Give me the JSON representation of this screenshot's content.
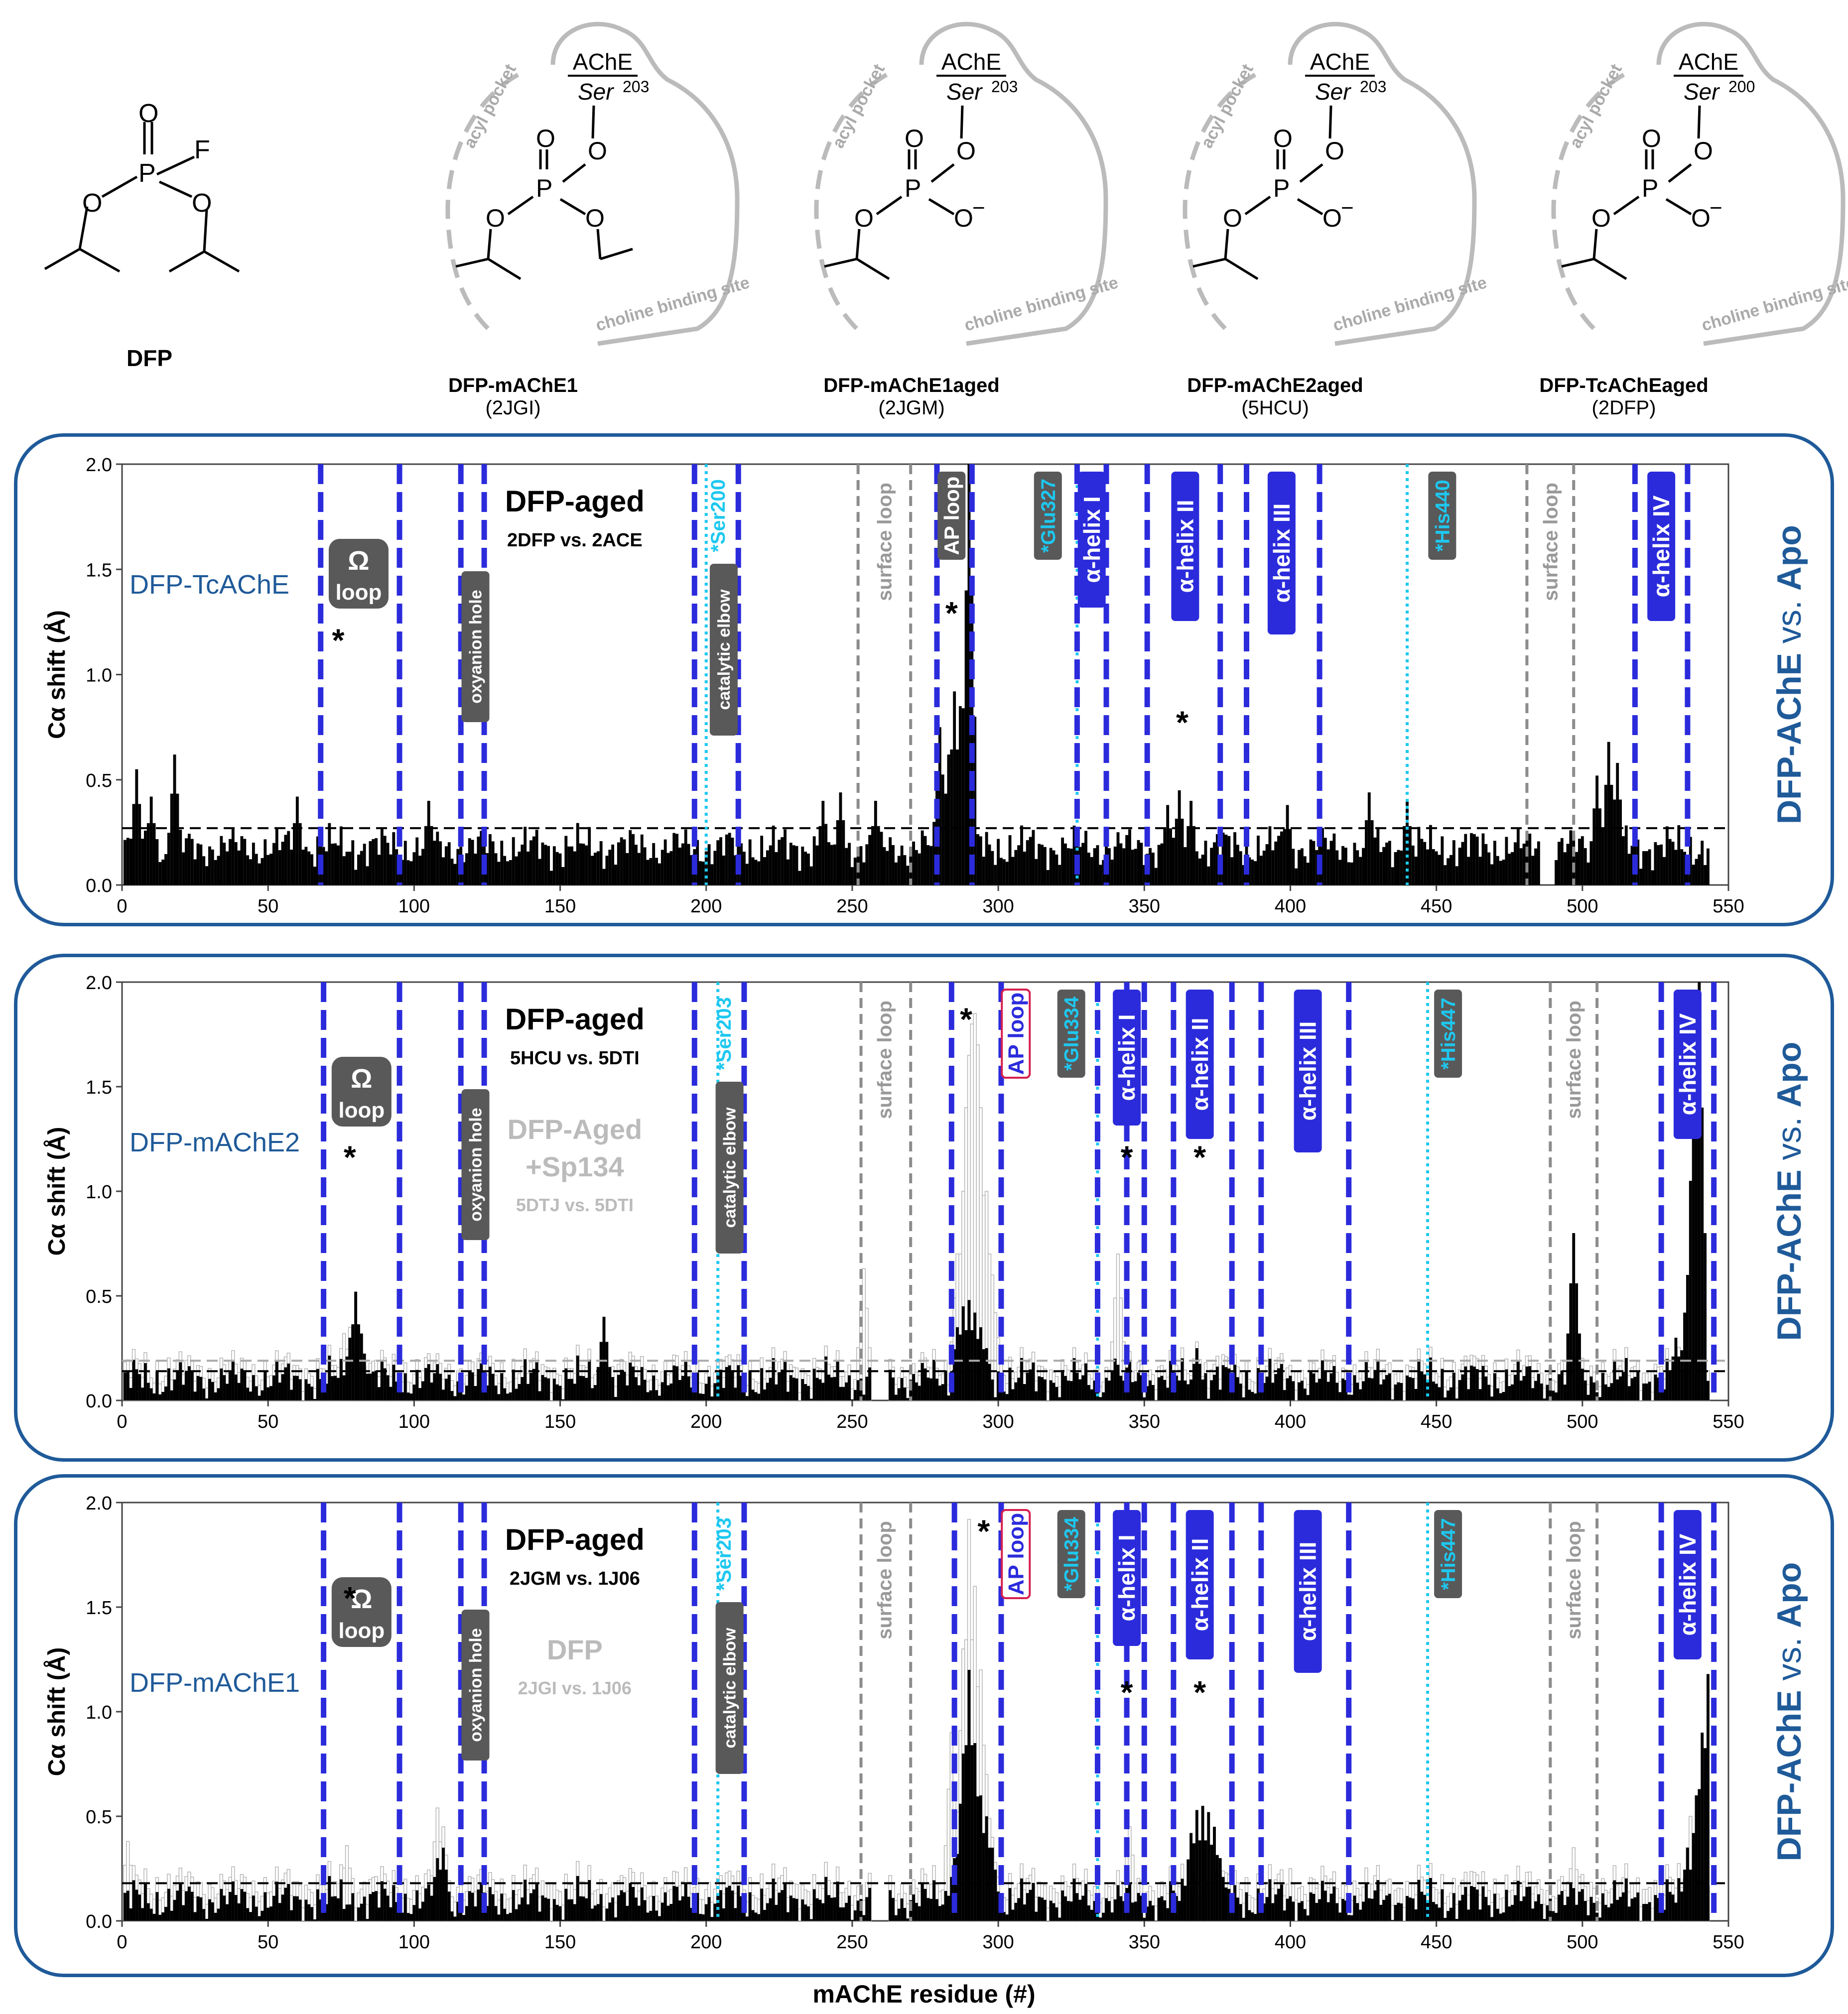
{
  "structures": [
    {
      "id": "dfp",
      "name_bold": "DFP",
      "name_rest": "",
      "pdb": ""
    },
    {
      "id": "s1",
      "name_bold": "DFP-",
      "name_rest": "mAChE1",
      "pdb": "(2JGI)",
      "ser": "Ser",
      "ser_num": "203",
      "ache": "AChE"
    },
    {
      "id": "s2",
      "name_bold": "DFP-",
      "name_rest": "mAChE1aged",
      "pdb": "(2JGM)",
      "ser": "Ser",
      "ser_num": "203",
      "ache": "AChE"
    },
    {
      "id": "s3",
      "name_bold": "DFP-",
      "name_rest": "mAChE2aged",
      "pdb": "(5HCU)",
      "ser": "Ser",
      "ser_num": "203",
      "ache": "AChE"
    },
    {
      "id": "s4",
      "name_bold": "DFP-",
      "name_rest": "TcAChEaged",
      "pdb": "(2DFP)",
      "ser": "Ser",
      "ser_num": "200",
      "ache": "AChE"
    }
  ],
  "pocket_labels": {
    "acyl": "acyl pocket",
    "choline": "choline binding site"
  },
  "atoms": {
    "O": "O",
    "P": "P",
    "F": "F",
    "minus": "−"
  },
  "xaxis_title": "mAChE residue (#)",
  "colors": {
    "panel_border": "#1f5a99",
    "blue_dash": "#2b2bdc",
    "cyan_dot": "#1ec8f0",
    "gray_dash": "#8c8c8c",
    "badge_dark": "#595959",
    "badge_blue": "#2b2bdc",
    "ap_red": "#d6204f",
    "bar_open": "#b4b4b4"
  },
  "chart_data": [
    {
      "type": "bar",
      "panel_label": "DFP-TcAChE",
      "side_label_main": "DFP-AChE",
      "side_label_vs": "vs.",
      "side_label_end": "Apo",
      "heading": "DFP-aged",
      "sub": "2DFP  vs.  2ACE",
      "ylabel": "Cα shift (Å)",
      "ylim": [
        0,
        2.0
      ],
      "xlim": [
        0,
        550
      ],
      "yticks": [
        "0.0",
        "0.5",
        "1.0",
        "1.5",
        "2.0"
      ],
      "xticks": [
        "0",
        "50",
        "100",
        "150",
        "200",
        "250",
        "300",
        "350",
        "400",
        "450",
        "500",
        "550"
      ],
      "mean_line": 0.27,
      "blue_lines": [
        68,
        95,
        116,
        124,
        196,
        211,
        279,
        291,
        327,
        337,
        351,
        376,
        385,
        410,
        518,
        536
      ],
      "cyan_lines": [
        200,
        327,
        440
      ],
      "gray_lines": [
        252,
        270,
        481,
        497
      ],
      "regions": [
        {
          "label": "Ω loop",
          "kind": "omega",
          "x": 81
        },
        {
          "label": "oxyanion hole",
          "kind": "dark-rot",
          "x": 121
        },
        {
          "label": "catalytic elbow",
          "kind": "dark-rot",
          "x": 206
        },
        {
          "label": "*Ser200",
          "kind": "cyan-rot",
          "x": 204
        },
        {
          "label": "surface loop",
          "kind": "gray-rot",
          "x": 261
        },
        {
          "label": "AP loop",
          "kind": "dark-rot",
          "x": 284
        },
        {
          "label": "*Glu327",
          "kind": "cyan-dark-rot",
          "x": 317
        },
        {
          "label": "α-helix I",
          "kind": "blue-rot",
          "x": 332
        },
        {
          "label": "α-helix II",
          "kind": "blue-rot",
          "x": 364
        },
        {
          "label": "α-helix III",
          "kind": "blue-rot",
          "x": 397
        },
        {
          "label": "*His440",
          "kind": "cyan-dark-rot",
          "x": 452
        },
        {
          "label": "surface loop",
          "kind": "gray-rot",
          "x": 489
        },
        {
          "label": "α-helix IV",
          "kind": "blue-rot",
          "x": 527
        }
      ],
      "stars": [
        {
          "x": 74,
          "y": 1.17
        },
        {
          "x": 284,
          "y": 1.3
        },
        {
          "x": 363,
          "y": 0.78
        }
      ],
      "series": [
        {
          "name": "DFP-aged",
          "style": "black",
          "baseline": 0.18,
          "gaps": [
            [
              486,
              490
            ]
          ],
          "peaks": [
            [
              5,
              0.55
            ],
            [
              10,
              0.42
            ],
            [
              18,
              0.62
            ],
            [
              60,
              0.42
            ],
            [
              105,
              0.4
            ],
            [
              240,
              0.4
            ],
            [
              246,
              0.44
            ],
            [
              258,
              0.4
            ],
            [
              280,
              0.75
            ],
            [
              283,
              0.62
            ],
            [
              285,
              0.92
            ],
            [
              287,
              0.85
            ],
            [
              289,
              1.2
            ],
            [
              290,
              2.0
            ],
            [
              291,
              0.45
            ],
            [
              358,
              0.38
            ],
            [
              362,
              0.45
            ],
            [
              366,
              0.4
            ],
            [
              399,
              0.38
            ],
            [
              427,
              0.44
            ],
            [
              440,
              0.4
            ],
            [
              505,
              0.52
            ],
            [
              509,
              0.68
            ],
            [
              512,
              0.58
            ]
          ]
        }
      ]
    },
    {
      "type": "bar",
      "panel_label": "DFP-mAChE2",
      "side_label_main": "DFP-AChE",
      "side_label_vs": "vs.",
      "side_label_end": "Apo",
      "heading": "DFP-aged",
      "sub": "5HCU  vs.  5DTI",
      "heading2": "DFP-Aged",
      "heading2b": "+Sp134",
      "sub2": "5DTJ  vs.  5DTI",
      "ylabel": "Cα shift (Å)",
      "ylim": [
        0,
        2.0
      ],
      "xlim": [
        0,
        550
      ],
      "yticks": [
        "0.0",
        "0.5",
        "1.0",
        "1.5",
        "2.0"
      ],
      "xticks": [
        "0",
        "50",
        "100",
        "150",
        "200",
        "250",
        "300",
        "350",
        "400",
        "450",
        "500",
        "550"
      ],
      "mean_line": 0.14,
      "mean_line2": 0.19,
      "blue_lines": [
        69,
        95,
        116,
        124,
        196,
        213,
        284,
        301,
        334,
        344,
        350,
        360,
        380,
        390,
        420,
        527,
        545
      ],
      "cyan_lines": [
        204,
        334,
        447
      ],
      "gray_lines": [
        253,
        270,
        489,
        505
      ],
      "regions": [
        {
          "label": "Ω loop",
          "kind": "omega",
          "x": 82
        },
        {
          "label": "oxyanion hole",
          "kind": "dark-rot",
          "x": 121
        },
        {
          "label": "catalytic elbow",
          "kind": "dark-rot",
          "x": 208
        },
        {
          "label": "*Ser203",
          "kind": "cyan-rot",
          "x": 206
        },
        {
          "label": "surface loop",
          "kind": "gray-rot",
          "x": 261
        },
        {
          "label": "AP loop",
          "kind": "red-rot",
          "x": 306
        },
        {
          "label": "*Glu334",
          "kind": "cyan-dark-rot",
          "x": 325
        },
        {
          "label": "α-helix I",
          "kind": "blue-rot",
          "x": 344
        },
        {
          "label": "α-helix II",
          "kind": "blue-rot",
          "x": 369
        },
        {
          "label": "α-helix III",
          "kind": "blue-rot",
          "x": 406
        },
        {
          "label": "*His447",
          "kind": "cyan-dark-rot",
          "x": 454
        },
        {
          "label": "surface loop",
          "kind": "gray-rot",
          "x": 497
        },
        {
          "label": "α-helix IV",
          "kind": "blue-rot",
          "x": 536
        }
      ],
      "stars": [
        {
          "x": 78,
          "y": 1.17
        },
        {
          "x": 289,
          "y": 1.83
        },
        {
          "x": 344,
          "y": 1.17
        },
        {
          "x": 369,
          "y": 1.17
        }
      ],
      "series": [
        {
          "name": "DFP-aged",
          "style": "black",
          "baseline": 0.1,
          "gaps": [
            [
              257,
              262
            ]
          ],
          "peaks": [
            [
              78,
              0.3
            ],
            [
              80,
              0.52
            ],
            [
              82,
              0.32
            ],
            [
              165,
              0.4
            ],
            [
              286,
              0.35
            ],
            [
              288,
              0.45
            ],
            [
              290,
              0.48
            ],
            [
              292,
              0.42
            ],
            [
              294,
              0.35
            ],
            [
              296,
              0.25
            ],
            [
              340,
              0.2
            ],
            [
              368,
              0.25
            ],
            [
              497,
              0.8
            ],
            [
              532,
              0.3
            ],
            [
              536,
              0.6
            ],
            [
              538,
              1.5
            ],
            [
              539,
              1.75
            ],
            [
              540,
              2.0
            ]
          ]
        },
        {
          "name": "DFP-Aged +Sp134",
          "style": "open",
          "baseline": 0.15,
          "gaps": [
            [
              257,
              262
            ]
          ],
          "peaks": [
            [
              76,
              0.32
            ],
            [
              78,
              0.35
            ],
            [
              254,
              0.63
            ],
            [
              286,
              0.7
            ],
            [
              288,
              1.0
            ],
            [
              289,
              1.4
            ],
            [
              290,
              1.65
            ],
            [
              291,
              1.8
            ],
            [
              292,
              1.85
            ],
            [
              293,
              1.7
            ],
            [
              294,
              1.4
            ],
            [
              296,
              1.0
            ],
            [
              298,
              0.6
            ],
            [
              300,
              0.3
            ],
            [
              341,
              0.7
            ],
            [
              368,
              0.28
            ]
          ]
        }
      ]
    },
    {
      "type": "bar",
      "panel_label": "DFP-mAChE1",
      "side_label_main": "DFP-AChE",
      "side_label_vs": "vs.",
      "side_label_end": "Apo",
      "heading": "DFP-aged",
      "sub": "2JGM  vs.  1J06",
      "heading2": "DFP",
      "sub2": "2JGI  vs.  1J06",
      "ylabel": "Cα shift (Å)",
      "ylim": [
        0,
        2.0
      ],
      "xlim": [
        0,
        550
      ],
      "yticks": [
        "0.0",
        "0.5",
        "1.0",
        "1.5",
        "2.0"
      ],
      "xticks": [
        "0",
        "50",
        "100",
        "150",
        "200",
        "250",
        "300",
        "350",
        "400",
        "450",
        "500",
        "550"
      ],
      "mean_line": 0.18,
      "blue_lines": [
        69,
        95,
        116,
        124,
        196,
        213,
        285,
        301,
        334,
        344,
        350,
        360,
        380,
        390,
        420,
        527,
        545
      ],
      "cyan_lines": [
        204,
        334,
        447
      ],
      "gray_lines": [
        253,
        270,
        489,
        505
      ],
      "regions": [
        {
          "label": "Ω loop",
          "kind": "omega",
          "x": 82
        },
        {
          "label": "oxyanion hole",
          "kind": "dark-rot",
          "x": 121
        },
        {
          "label": "catalytic elbow",
          "kind": "dark-rot",
          "x": 208
        },
        {
          "label": "*Ser203",
          "kind": "cyan-rot",
          "x": 206
        },
        {
          "label": "surface loop",
          "kind": "gray-rot",
          "x": 261
        },
        {
          "label": "AP loop",
          "kind": "red-rot",
          "x": 306
        },
        {
          "label": "*Glu334",
          "kind": "cyan-dark-rot",
          "x": 325
        },
        {
          "label": "α-helix I",
          "kind": "blue-rot",
          "x": 344
        },
        {
          "label": "α-helix II",
          "kind": "blue-rot",
          "x": 369
        },
        {
          "label": "α-helix III",
          "kind": "blue-rot",
          "x": 406
        },
        {
          "label": "*His447",
          "kind": "cyan-dark-rot",
          "x": 454
        },
        {
          "label": "surface loop",
          "kind": "gray-rot",
          "x": 497
        },
        {
          "label": "α-helix IV",
          "kind": "blue-rot",
          "x": 536
        }
      ],
      "stars": [
        {
          "x": 78,
          "y": 1.55
        },
        {
          "x": 295,
          "y": 1.87
        },
        {
          "x": 344,
          "y": 1.1
        },
        {
          "x": 369,
          "y": 1.1
        }
      ],
      "series": [
        {
          "name": "DFP",
          "style": "open",
          "baseline": 0.17,
          "gaps": [
            [
              257,
              262
            ]
          ],
          "peaks": [
            [
              2,
              0.38
            ],
            [
              77,
              0.36
            ],
            [
              108,
              0.54
            ],
            [
              110,
              0.45
            ],
            [
              284,
              0.9
            ],
            [
              288,
              1.3
            ],
            [
              290,
              1.92
            ],
            [
              292,
              1.6
            ],
            [
              294,
              1.2
            ],
            [
              296,
              0.7
            ],
            [
              298,
              0.4
            ],
            [
              345,
              0.45
            ],
            [
              400,
              0.25
            ],
            [
              497,
              0.35
            ],
            [
              537,
              0.5
            ]
          ]
        },
        {
          "name": "DFP-aged",
          "style": "black",
          "baseline": 0.1,
          "gaps": [
            [
              257,
              262
            ]
          ],
          "peaks": [
            [
              108,
              0.3
            ],
            [
              110,
              0.35
            ],
            [
              285,
              0.3
            ],
            [
              288,
              0.8
            ],
            [
              290,
              1.2
            ],
            [
              292,
              0.85
            ],
            [
              294,
              0.6
            ],
            [
              296,
              0.5
            ],
            [
              298,
              0.35
            ],
            [
              366,
              0.42
            ],
            [
              368,
              0.53
            ],
            [
              370,
              0.55
            ],
            [
              372,
              0.52
            ],
            [
              374,
              0.45
            ],
            [
              376,
              0.3
            ],
            [
              536,
              0.35
            ],
            [
              539,
              0.6
            ],
            [
              541,
              0.9
            ],
            [
              543,
              1.18
            ]
          ]
        }
      ]
    }
  ]
}
